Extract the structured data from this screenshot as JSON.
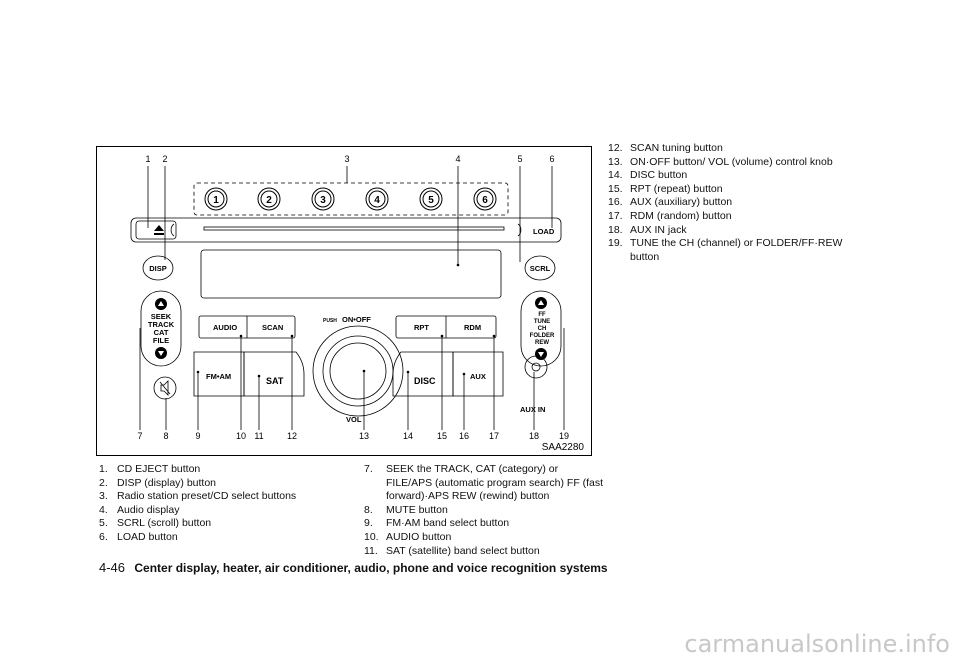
{
  "figure": {
    "code": "SAA2280",
    "callouts": [
      "1",
      "2",
      "3",
      "4",
      "5",
      "6",
      "7",
      "8",
      "9",
      "10",
      "11",
      "12",
      "13",
      "14",
      "15",
      "16",
      "17",
      "18",
      "19"
    ],
    "presets": [
      "1",
      "2",
      "3",
      "4",
      "5",
      "6"
    ],
    "buttons": {
      "load": "LOAD",
      "disp": "DISP",
      "scrl": "SCRL",
      "audio": "AUDIO",
      "scan": "SCAN",
      "rpt": "RPT",
      "rdm": "RDM",
      "fmam": "FM•AM",
      "sat": "SAT",
      "disc": "DISC",
      "aux": "AUX",
      "push": "PUSH",
      "onoff": "ON•OFF",
      "vol": "VOL",
      "auxin": "AUX IN",
      "seek": [
        "SEEK",
        "TRACK",
        "CAT",
        "FILE"
      ],
      "tune": [
        "FF",
        "TUNE",
        "CH",
        "FOLDER",
        "REW"
      ]
    }
  },
  "legend_left": [
    {
      "num": "1.",
      "text": "CD EJECT button"
    },
    {
      "num": "2.",
      "text": "DISP (display) button"
    },
    {
      "num": "3.",
      "text": "Radio station preset/CD select buttons"
    },
    {
      "num": "4.",
      "text": "Audio display"
    },
    {
      "num": "5.",
      "text": "SCRL (scroll) button"
    },
    {
      "num": "6.",
      "text": "LOAD button"
    }
  ],
  "legend_mid": [
    {
      "num": "7.",
      "text": "SEEK the TRACK, CAT (category) or FILE/APS (automatic program search) FF (fast forward)·APS REW (rewind) button"
    },
    {
      "num": "8.",
      "text": "MUTE button"
    },
    {
      "num": "9.",
      "text": "FM·AM band select button"
    },
    {
      "num": "10.",
      "text": "AUDIO button"
    },
    {
      "num": "11.",
      "text": "SAT (satellite) band select button"
    }
  ],
  "legend_right": [
    {
      "num": "12.",
      "text": "SCAN tuning button"
    },
    {
      "num": "13.",
      "text": "ON·OFF button/ VOL (volume) control knob"
    },
    {
      "num": "14.",
      "text": "DISC button"
    },
    {
      "num": "15.",
      "text": "RPT (repeat) button"
    },
    {
      "num": "16.",
      "text": "AUX (auxiliary) button"
    },
    {
      "num": "17.",
      "text": "RDM (random) button"
    },
    {
      "num": "18.",
      "text": "AUX IN jack"
    },
    {
      "num": "19.",
      "text": "TUNE the CH (channel) or FOLDER/FF·REW button"
    }
  ],
  "footer": {
    "page": "4-46",
    "title": "Center display, heater, air conditioner, audio, phone and voice recognition systems"
  },
  "watermark": "carmanualsonline.info"
}
